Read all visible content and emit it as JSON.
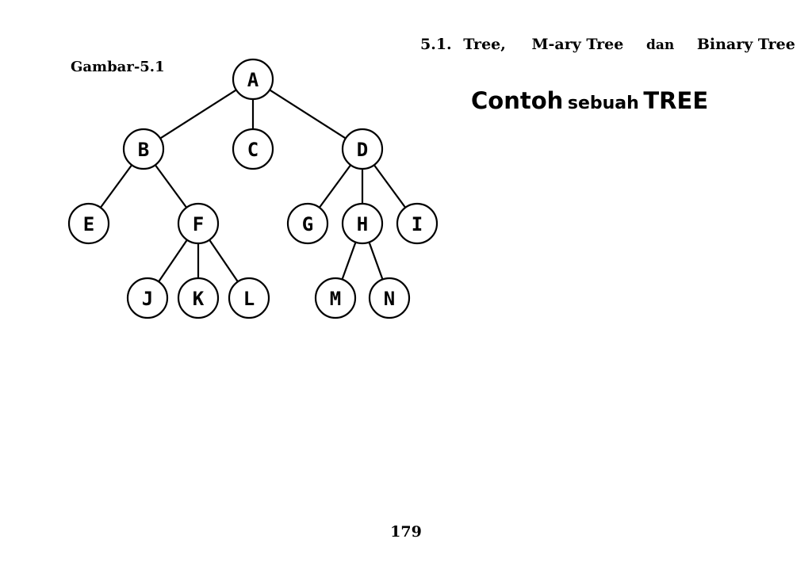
{
  "header": {
    "section_number": "5.1.",
    "title_word_1": "Tree,",
    "title_word_2": "M-ary Tree",
    "title_word_3": "dan",
    "title_word_4": "Binary Tree"
  },
  "figure": {
    "label": "Gambar-5.1",
    "caption_part_1": "Contoh",
    "caption_part_2": "sebuah",
    "caption_part_3": "TREE"
  },
  "tree": {
    "root": "A",
    "nodes": [
      "A",
      "B",
      "C",
      "D",
      "E",
      "F",
      "G",
      "H",
      "I",
      "J",
      "K",
      "L",
      "M",
      "N"
    ],
    "edges": [
      [
        "A",
        "B"
      ],
      [
        "A",
        "C"
      ],
      [
        "A",
        "D"
      ],
      [
        "B",
        "E"
      ],
      [
        "B",
        "F"
      ],
      [
        "D",
        "G"
      ],
      [
        "D",
        "H"
      ],
      [
        "D",
        "I"
      ],
      [
        "F",
        "J"
      ],
      [
        "F",
        "K"
      ],
      [
        "F",
        "L"
      ],
      [
        "H",
        "M"
      ],
      [
        "H",
        "N"
      ]
    ]
  },
  "footer": {
    "page_number": "179"
  }
}
